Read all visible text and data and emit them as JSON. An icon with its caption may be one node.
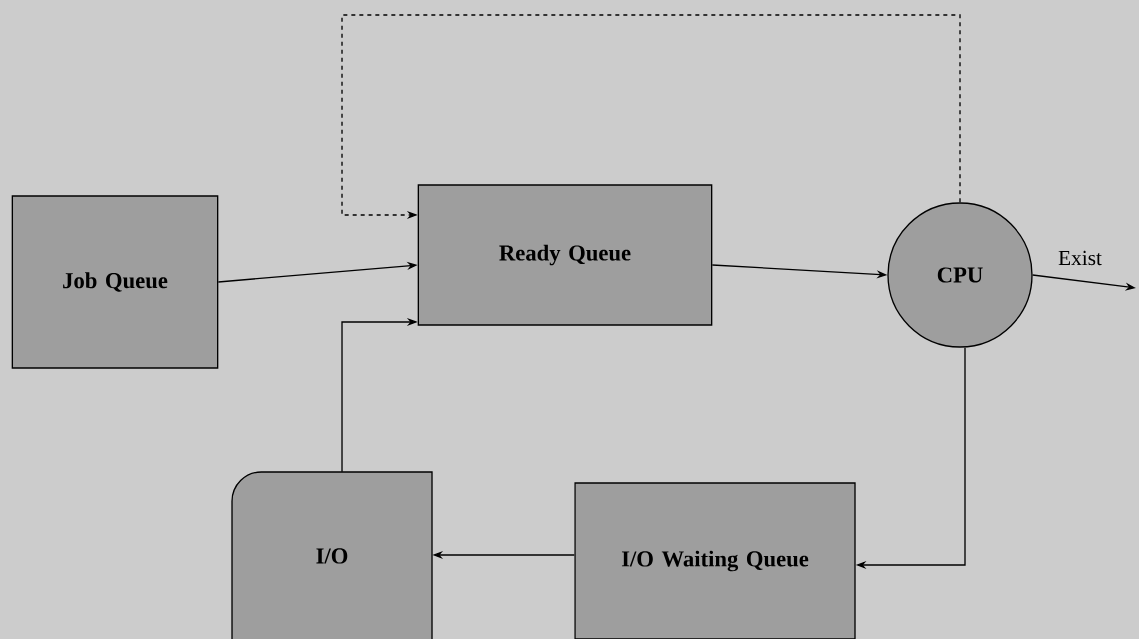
{
  "diagram": {
    "nodes": [
      {
        "text": [
          "Job Queue"
        ]
      },
      {
        "text": [
          "Ready Queue"
        ]
      },
      {
        "text": [
          "CPU"
        ]
      },
      {
        "text": [
          "I/O Waiting Queue"
        ]
      },
      {
        "text": [
          "I/O"
        ]
      }
    ],
    "edges": [
      {
        "from": 0,
        "to": 1,
        "arrow": "to"
      },
      {
        "from": 1,
        "to": 2,
        "arrow": "to"
      },
      {
        "from": 2,
        "to": null,
        "arrow": "to",
        "label": "Exist"
      },
      {
        "from": 2,
        "to": 1,
        "arrow": "to",
        "style": "dashed"
      },
      {
        "from": 2,
        "to": 3,
        "arrow": "to"
      },
      {
        "from": 3,
        "to": 4,
        "arrow": "to"
      },
      {
        "from": 4,
        "to": 1,
        "arrow": "to"
      }
    ]
  }
}
